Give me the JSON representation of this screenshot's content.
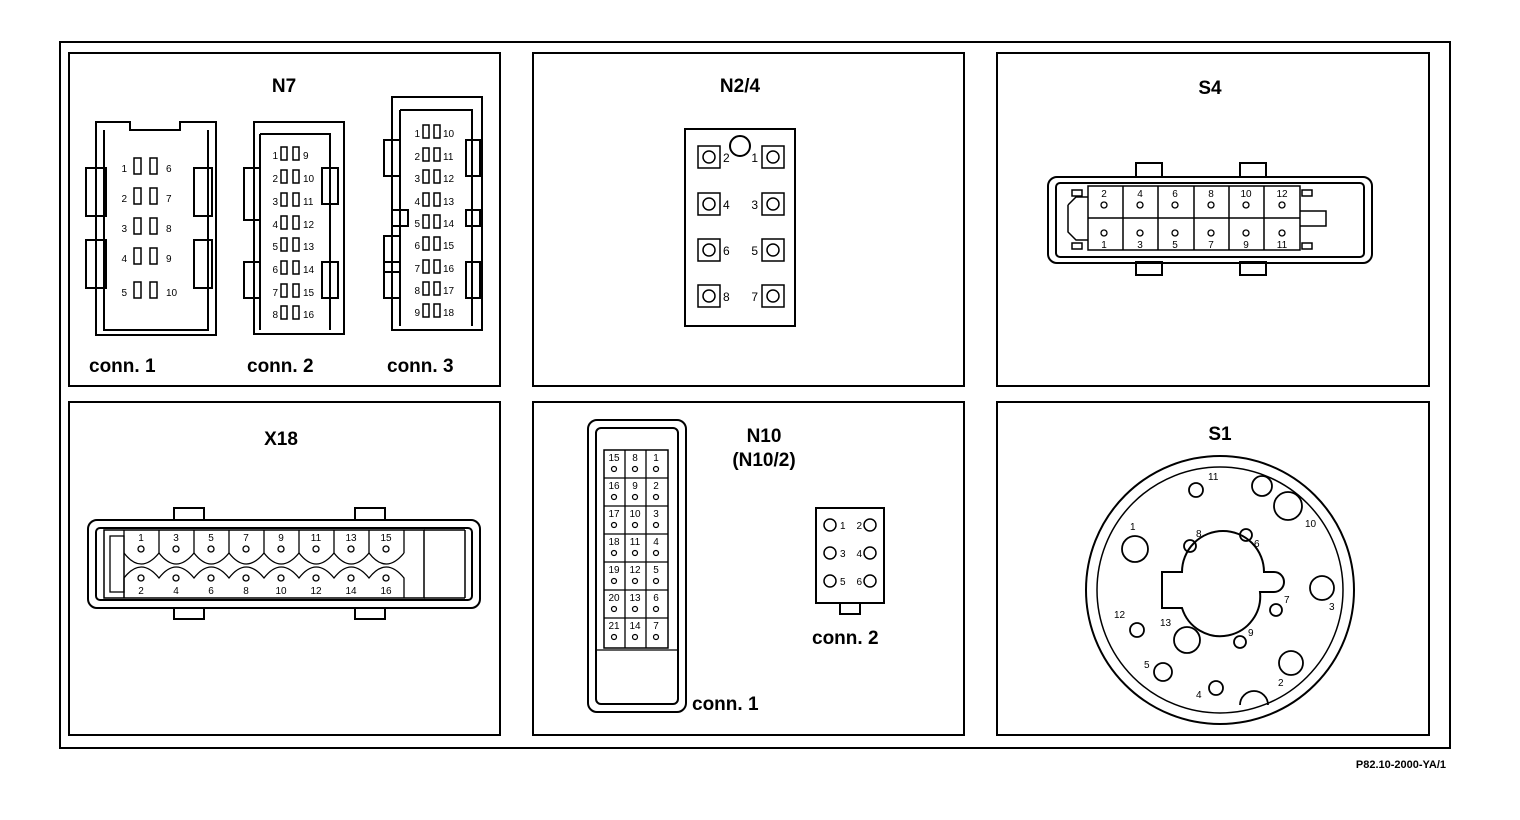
{
  "panels": {
    "n7": {
      "title": "N7",
      "conn1": {
        "caption": "conn. 1",
        "pins": [
          "1",
          "6",
          "2",
          "7",
          "3",
          "8",
          "4",
          "9",
          "5",
          "10"
        ]
      },
      "conn2": {
        "caption": "conn. 2",
        "pins": [
          "1",
          "9",
          "2",
          "10",
          "3",
          "11",
          "4",
          "12",
          "5",
          "13",
          "6",
          "14",
          "7",
          "15",
          "8",
          "16"
        ]
      },
      "conn3": {
        "caption": "conn. 3",
        "pins": [
          "1",
          "10",
          "2",
          "11",
          "3",
          "12",
          "4",
          "13",
          "5",
          "14",
          "6",
          "15",
          "7",
          "16",
          "8",
          "17",
          "9",
          "18"
        ]
      }
    },
    "n24": {
      "title": "N2/4",
      "pins": [
        "2",
        "1",
        "4",
        "3",
        "6",
        "5",
        "8",
        "7"
      ]
    },
    "s4": {
      "title": "S4",
      "top_pins": [
        "2",
        "4",
        "6",
        "8",
        "10",
        "12"
      ],
      "bottom_pins": [
        "1",
        "3",
        "5",
        "7",
        "9",
        "11"
      ]
    },
    "x18": {
      "title": "X18",
      "top_pins": [
        "1",
        "3",
        "5",
        "7",
        "9",
        "11",
        "13",
        "15"
      ],
      "bottom_pins": [
        "2",
        "4",
        "6",
        "8",
        "10",
        "12",
        "14",
        "16"
      ]
    },
    "n10": {
      "title": "N10",
      "subtitle": "(N10/2)",
      "conn1": {
        "caption": "conn. 1",
        "rows": [
          [
            "15",
            "8",
            "1"
          ],
          [
            "16",
            "9",
            "2"
          ],
          [
            "17",
            "10",
            "3"
          ],
          [
            "18",
            "11",
            "4"
          ],
          [
            "19",
            "12",
            "5"
          ],
          [
            "20",
            "13",
            "6"
          ],
          [
            "21",
            "14",
            "7"
          ]
        ]
      },
      "conn2": {
        "caption": "conn. 2",
        "pins": [
          "1",
          "2",
          "3",
          "4",
          "5",
          "6"
        ]
      }
    },
    "s1": {
      "title": "S1",
      "pins": [
        "11",
        "1",
        "10",
        "8",
        "6",
        "7",
        "3",
        "12",
        "13",
        "9",
        "5",
        "4",
        "2"
      ]
    }
  },
  "reference": "P82.10-2000-YA/1"
}
